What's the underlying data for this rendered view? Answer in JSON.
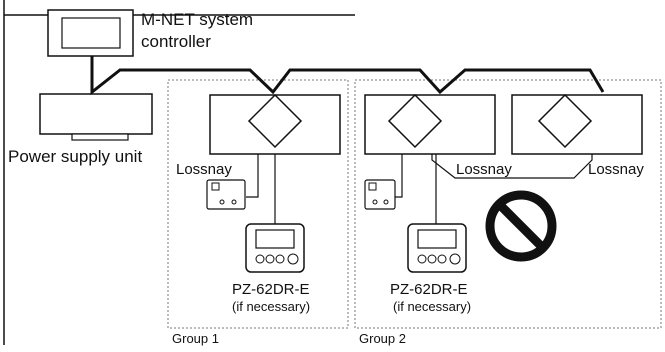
{
  "labels": {
    "system_controller": [
      "M-NET system",
      "controller"
    ],
    "power_supply_unit": "Power supply unit",
    "lossnay": "Lossnay",
    "remote_controller_model": "PZ-62DR-E",
    "if_necessary": "(if necessary)",
    "group_1": "Group 1",
    "group_2": "Group 2"
  },
  "icons": {
    "prohibited": "prohibition-icon",
    "indoor_unit": "diamond-indoor-unit-icon",
    "sensor": "small-sensor-box-icon"
  },
  "colors": {
    "line": "#111111",
    "group_border": "#777777",
    "background": "#ffffff"
  }
}
